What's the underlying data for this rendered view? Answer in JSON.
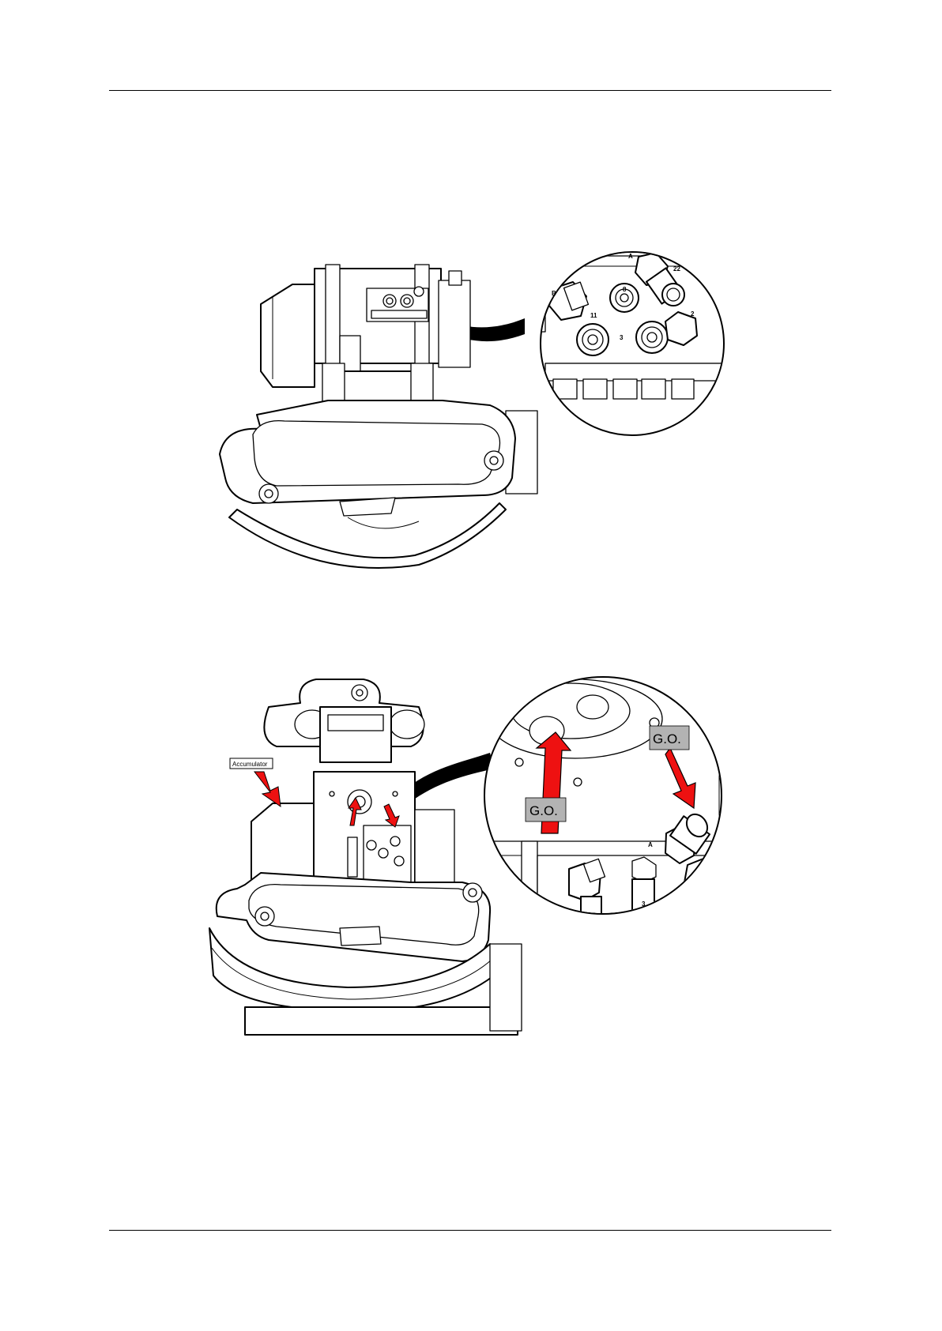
{
  "figure1": {
    "callouts": [
      "A",
      "22",
      "B",
      "8",
      "11",
      "2",
      "3"
    ]
  },
  "figure2": {
    "accumulator_label": "Accumulator",
    "go_label_left": "G.O.",
    "go_label_right": "G.O.",
    "arrow_color": "#ee1111",
    "tag_fill": "#b3b3b3",
    "callouts": [
      "A",
      "3"
    ]
  }
}
